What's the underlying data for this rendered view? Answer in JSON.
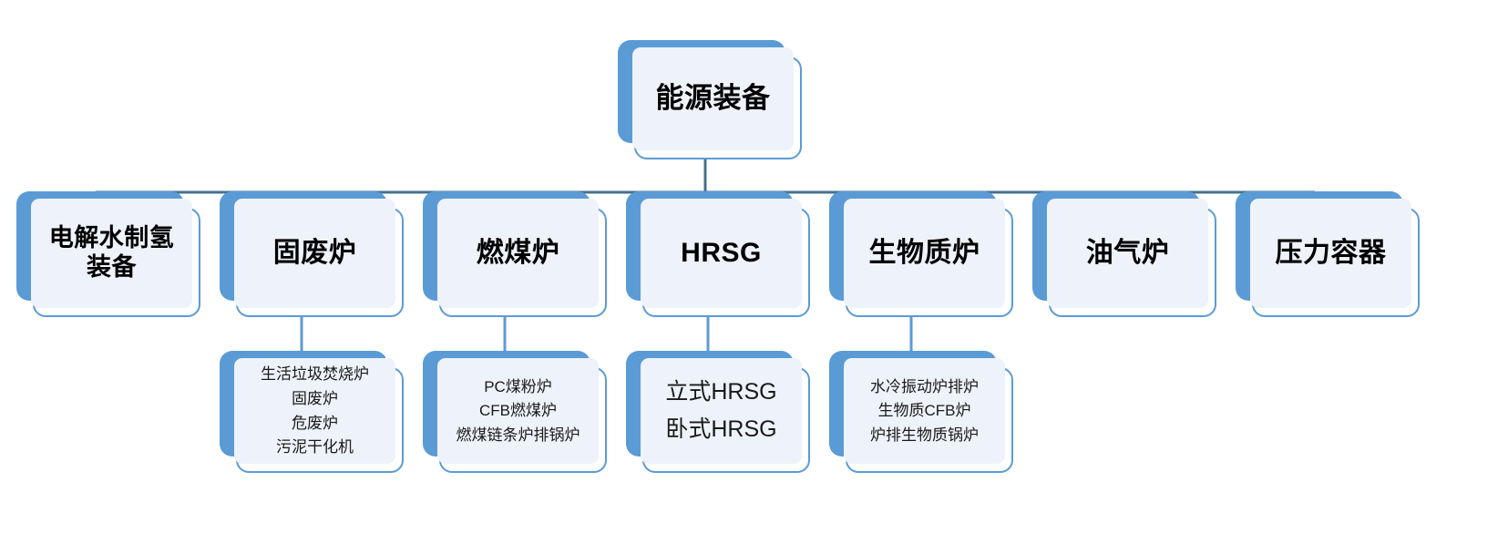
{
  "diagram": {
    "title": "能源装备",
    "accent_blue": "#5b9bd5",
    "connector_blue": "#44718f",
    "card_fill": "#eef2fa",
    "root": {
      "label": "能源装备"
    },
    "categories": [
      {
        "label": "电解水制氢\n装备",
        "children": []
      },
      {
        "label": "固废炉",
        "children": [
          "生活垃圾焚烧炉",
          "固废炉",
          "危废炉",
          "污泥干化机"
        ]
      },
      {
        "label": "燃煤炉",
        "children": [
          "PC煤粉炉",
          "CFB燃煤炉",
          "燃煤链条炉排锅炉"
        ]
      },
      {
        "label": "HRSG",
        "children": [
          "立式HRSG",
          "卧式HRSG"
        ]
      },
      {
        "label": "生物质炉",
        "children": [
          "水冷振动炉排炉",
          "生物质CFB炉",
          "炉排生物质锅炉"
        ]
      },
      {
        "label": "油气炉",
        "children": []
      },
      {
        "label": "压力容器",
        "children": []
      }
    ]
  }
}
